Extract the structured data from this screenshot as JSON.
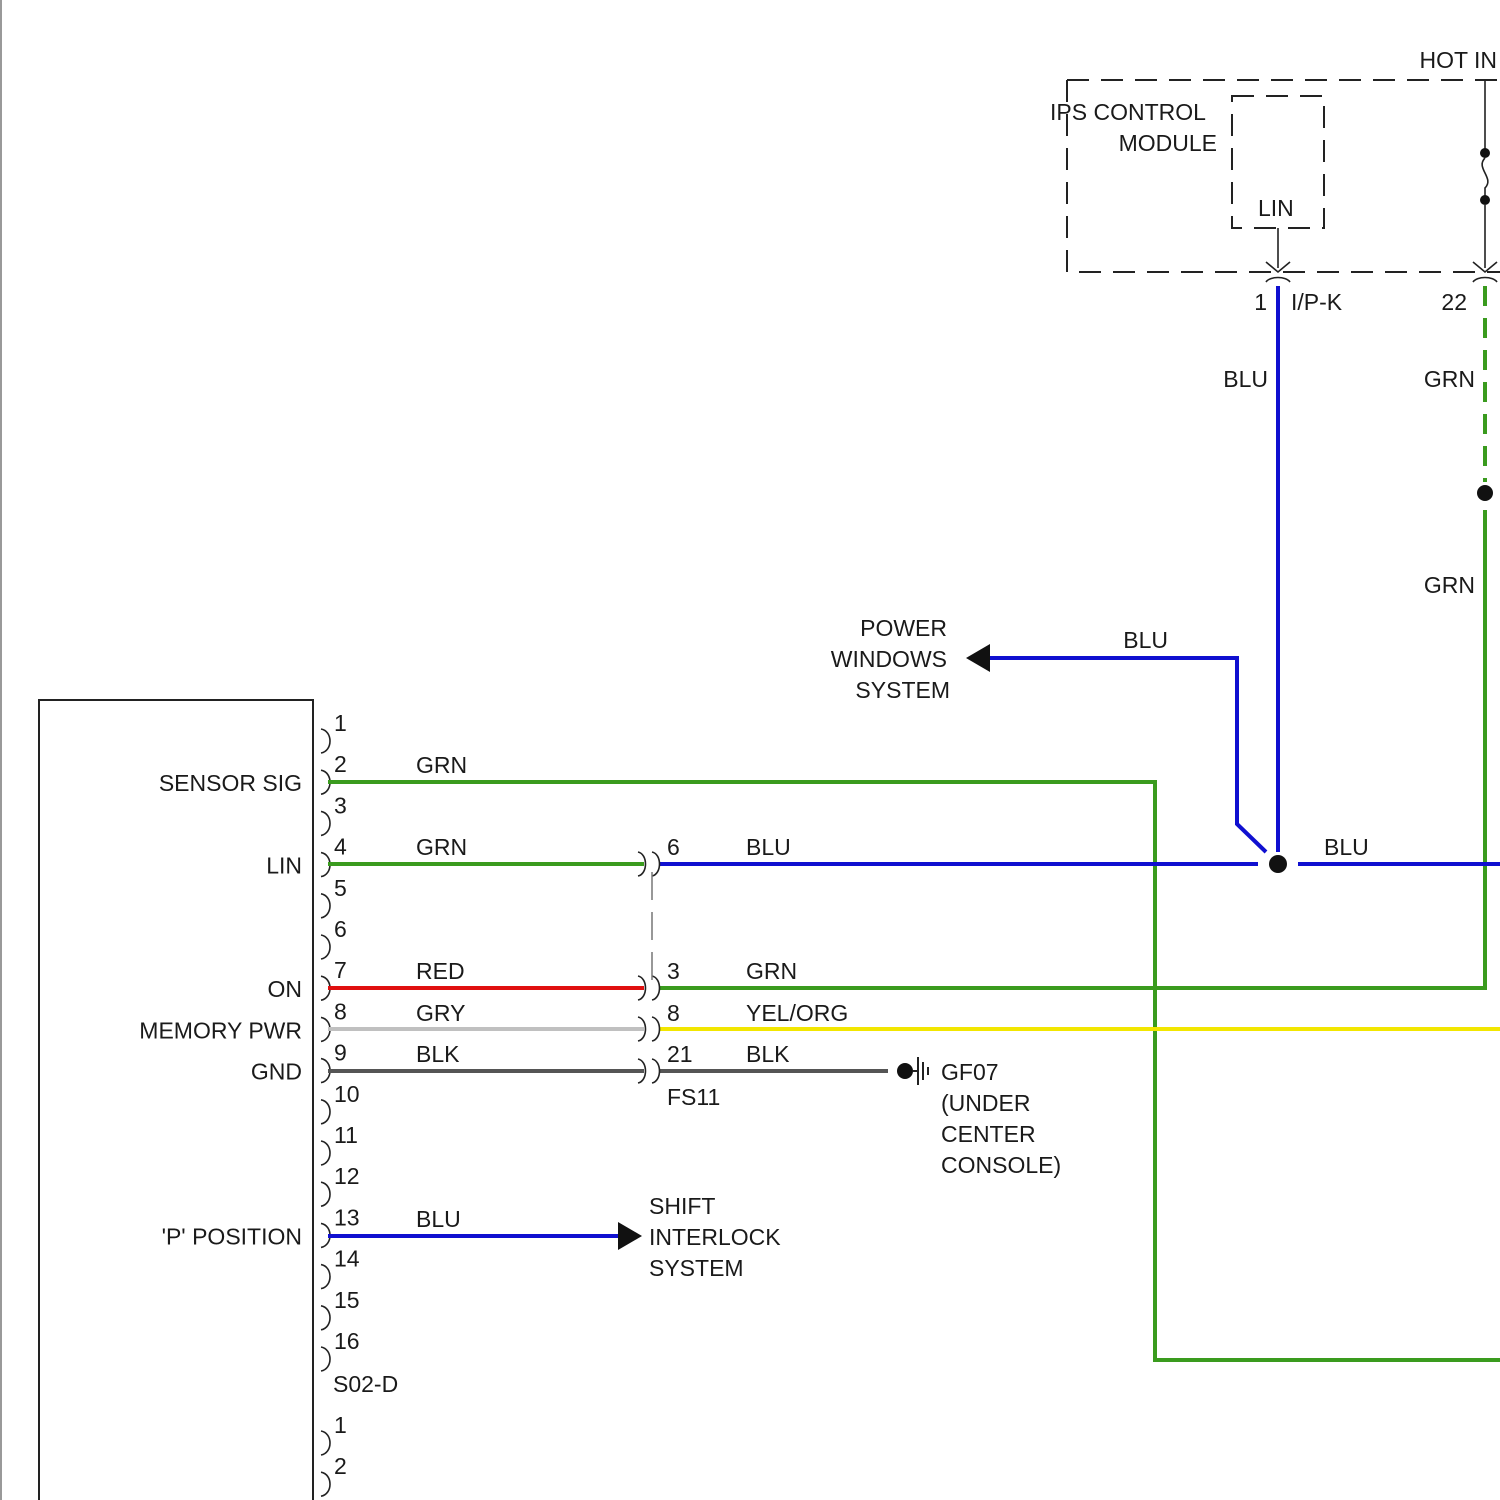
{
  "module": {
    "title_line1": "IPS CONTROL",
    "title_line2": "MODULE",
    "lin_label": "LIN",
    "hot_in": "HOT IN"
  },
  "ipk": {
    "pin1": "1",
    "name": "I/P-K",
    "pin22": "22"
  },
  "wire_labels": {
    "blu_vertical": "BLU",
    "grn_vertical_top": "GRN",
    "grn_vertical_bottom": "GRN",
    "blu_power_windows": "BLU",
    "blu_right": "BLU"
  },
  "power_windows": {
    "line1": "POWER",
    "line2": "WINDOWS",
    "line3": "SYSTEM"
  },
  "sensor": {
    "signals": [
      {
        "pin": "1",
        "name": "",
        "color": "",
        "hex": ""
      },
      {
        "pin": "2",
        "name": "SENSOR SIG",
        "color": "GRN",
        "hex": "#3a9b1e"
      },
      {
        "pin": "3",
        "name": "",
        "color": "",
        "hex": ""
      },
      {
        "pin": "4",
        "name": "LIN",
        "color": "GRN",
        "hex": "#3a9b1e"
      },
      {
        "pin": "5",
        "name": "",
        "color": "",
        "hex": ""
      },
      {
        "pin": "6",
        "name": "",
        "color": "",
        "hex": ""
      },
      {
        "pin": "7",
        "name": "ON",
        "color": "RED",
        "hex": "#e01010"
      },
      {
        "pin": "8",
        "name": "MEMORY PWR",
        "color": "GRY",
        "hex": "#c0c0c0"
      },
      {
        "pin": "9",
        "name": "GND",
        "color": "BLK",
        "hex": "#555555"
      },
      {
        "pin": "10",
        "name": "",
        "color": "",
        "hex": ""
      },
      {
        "pin": "11",
        "name": "",
        "color": "",
        "hex": ""
      },
      {
        "pin": "12",
        "name": "",
        "color": "",
        "hex": ""
      },
      {
        "pin": "13",
        "name": "'P' POSITION",
        "color": "BLU",
        "hex": "#1010d0"
      },
      {
        "pin": "14",
        "name": "",
        "color": "",
        "hex": ""
      },
      {
        "pin": "15",
        "name": "",
        "color": "",
        "hex": ""
      },
      {
        "pin": "16",
        "name": "",
        "color": "",
        "hex": ""
      }
    ],
    "connector": "S02-D",
    "second_connector_pins": [
      "1",
      "2"
    ]
  },
  "fs11": {
    "name": "FS11",
    "pins": [
      {
        "pin": "6",
        "color": "BLU",
        "hex": "#1010d0"
      },
      {
        "pin": "3",
        "color": "GRN",
        "hex": "#3a9b1e"
      },
      {
        "pin": "8",
        "color": "YEL/ORG",
        "hex": "#f2e600"
      },
      {
        "pin": "21",
        "color": "BLK",
        "hex": "#555555"
      }
    ]
  },
  "ground": {
    "name": "GF07",
    "line2": "(UNDER",
    "line3": "CENTER",
    "line4": "CONSOLE)"
  },
  "shift_interlock": {
    "line1": "SHIFT",
    "line2": "INTERLOCK",
    "line3": "SYSTEM"
  },
  "colors": {
    "blu": "#1010d0",
    "grn": "#3a9b1e",
    "red": "#e01010",
    "gry": "#c0c0c0",
    "blk": "#555555",
    "yel_org": "#f2e600"
  }
}
